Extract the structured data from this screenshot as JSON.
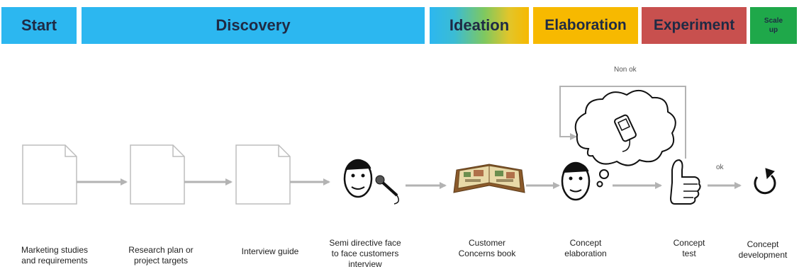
{
  "phases": {
    "start": "Start",
    "discovery": "Discovery",
    "ideation": "Ideation",
    "elaboration": "Elaboration",
    "experiment": "Experiment",
    "scale_up_line1": "Scale",
    "scale_up_line2": "up"
  },
  "steps": [
    {
      "line1": "Marketing studies",
      "line2": "and requirements",
      "icon": "document-icon"
    },
    {
      "line1": "Research plan or",
      "line2": "project targets",
      "icon": "document-icon"
    },
    {
      "line1": "Interview guide",
      "line2": "",
      "icon": "document-icon"
    },
    {
      "line1": "Semi directive face",
      "line2": "to face customers",
      "line3": "interview",
      "icon": "interview-face-microphone-icon"
    },
    {
      "line1": "Customer",
      "line2": "Concerns book",
      "icon": "open-book-icon"
    },
    {
      "line1": "Concept",
      "line2": "elaboration",
      "icon": "thinking-face-icon"
    },
    {
      "line1": "Concept",
      "line2": "test",
      "icon": "thumbs-up-icon"
    },
    {
      "line1": "Concept",
      "line2": "development",
      "icon": "cycle-arrow-icon"
    }
  ],
  "loop": {
    "non_ok": "Non ok",
    "ok": "ok"
  },
  "colors": {
    "phase_blue": "#2cb7f0",
    "phase_yellow": "#f7b900",
    "phase_red": "#c8504e",
    "phase_green": "#1fa84a",
    "arrow_gray": "#b3b3b3"
  }
}
